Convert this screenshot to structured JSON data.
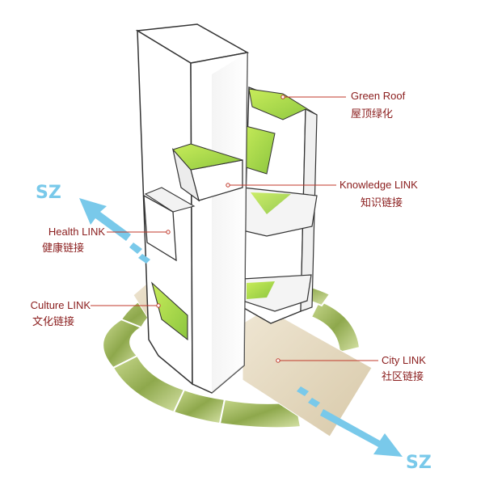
{
  "labels": {
    "green_roof": {
      "en": "Green Roof",
      "cn": "屋顶绿化"
    },
    "knowledge": {
      "en": "Knowledge LINK",
      "cn": "知识链接"
    },
    "health": {
      "en": "Health LINK",
      "cn": "健康链接"
    },
    "culture": {
      "en": "Culture LINK",
      "cn": "文化链接"
    },
    "city": {
      "en": "City LINK",
      "cn": "社区链接"
    },
    "sz_top": "SZ",
    "sz_bottom": "SZ"
  },
  "colors": {
    "label_text": "#8a1c1c",
    "leader_line": "#c0392b",
    "arrow": "#79c9ea",
    "green": "#a8d83a",
    "building_stroke": "#333333",
    "plaza": "#e8dcc6"
  }
}
